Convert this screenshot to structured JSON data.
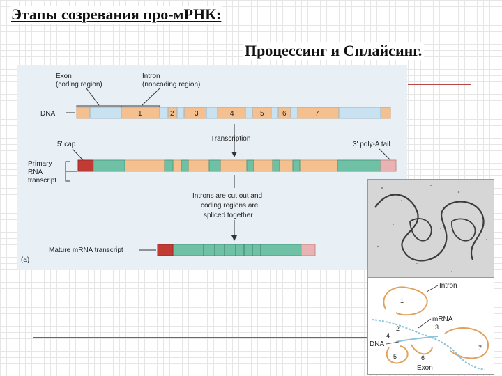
{
  "slide": {
    "title": "Этапы созревания про-мРНК:",
    "subtitle": "Процессинг и Сплайсинг."
  },
  "figure_a": {
    "exon_label": [
      "Exon",
      "(coding region)"
    ],
    "intron_label": [
      "Intron",
      "(noncoding region)"
    ],
    "dna_label": "DNA",
    "five_cap_label": "5' cap",
    "transcription_label": "Transcription",
    "polya_label": "3' poly-A tail",
    "primary_label": [
      "Primary",
      "RNA",
      "transcript"
    ],
    "splice_label": [
      "Introns are cut out and",
      "coding regions are",
      "spliced together"
    ],
    "mature_label": "Mature mRNA transcript",
    "panel_label": "(a)",
    "intron_numbers": [
      "1",
      "2",
      "3",
      "4",
      "5",
      "6",
      "7"
    ]
  },
  "figure_b": {
    "intron_label": "Intron",
    "mrna_label": "mRNA",
    "dna_label": "DNA",
    "exon_label": "Exon",
    "loop_numbers": [
      "1",
      "2",
      "3",
      "4",
      "5",
      "6",
      "7"
    ]
  },
  "colors": {
    "exon_blue": "#c9e2f2",
    "intron_orange": "#f4c08f",
    "exon_green": "#6fc1a6",
    "cap_red": "#c23a34",
    "tail_pink": "#eab3b3",
    "accent_line": "#b54848"
  }
}
